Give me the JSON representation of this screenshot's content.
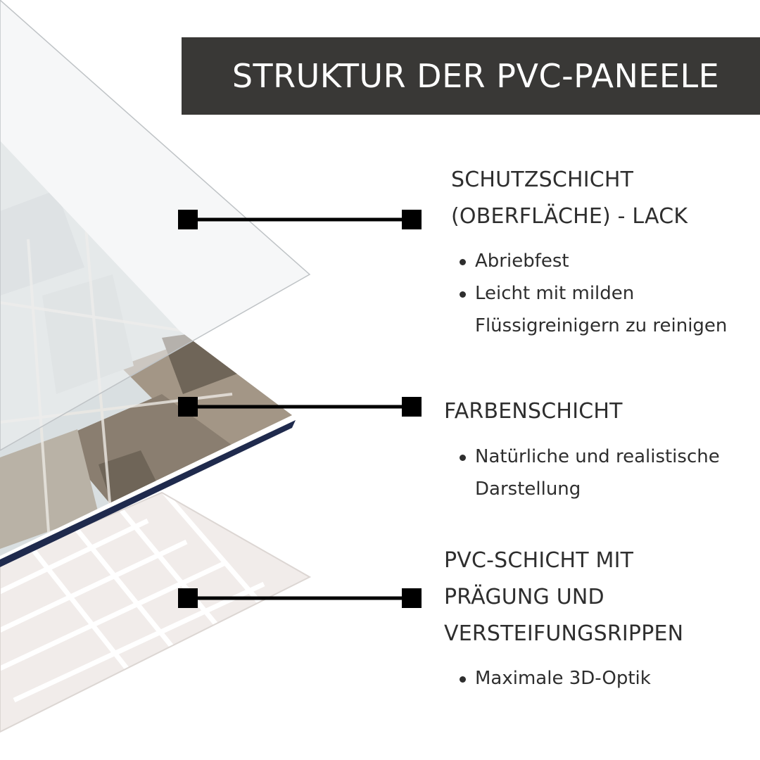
{
  "title": "STRUKTUR DER PVC-PANEELE",
  "layers": [
    {
      "heading_lines": [
        "SCHUTZSCHICHT",
        "(OBERFLÄCHE) - LACK"
      ],
      "bullets": [
        [
          "Abriebfest"
        ],
        [
          "Leicht mit milden",
          "Flüssigreinigern zu reinigen"
        ]
      ]
    },
    {
      "heading_lines": [
        "FARBENSCHICHT"
      ],
      "bullets": [
        [
          "Natürliche und realistische",
          "Darstellung"
        ]
      ]
    },
    {
      "heading_lines": [
        "PVC-SCHICHT MIT",
        "PRÄGUNG UND",
        "VERSTEIFUNGSRIPPEN"
      ],
      "bullets": [
        [
          "Maximale 3D-Optik"
        ]
      ]
    }
  ],
  "colors": {
    "title_bar": "#393836",
    "title_text": "#ffffff",
    "text": "#2e2e2e",
    "connector": "#000000",
    "panel_edge": "#1f2a4d",
    "wood_light": "#d9dfe1",
    "wood_dark": "#8a7e70"
  }
}
